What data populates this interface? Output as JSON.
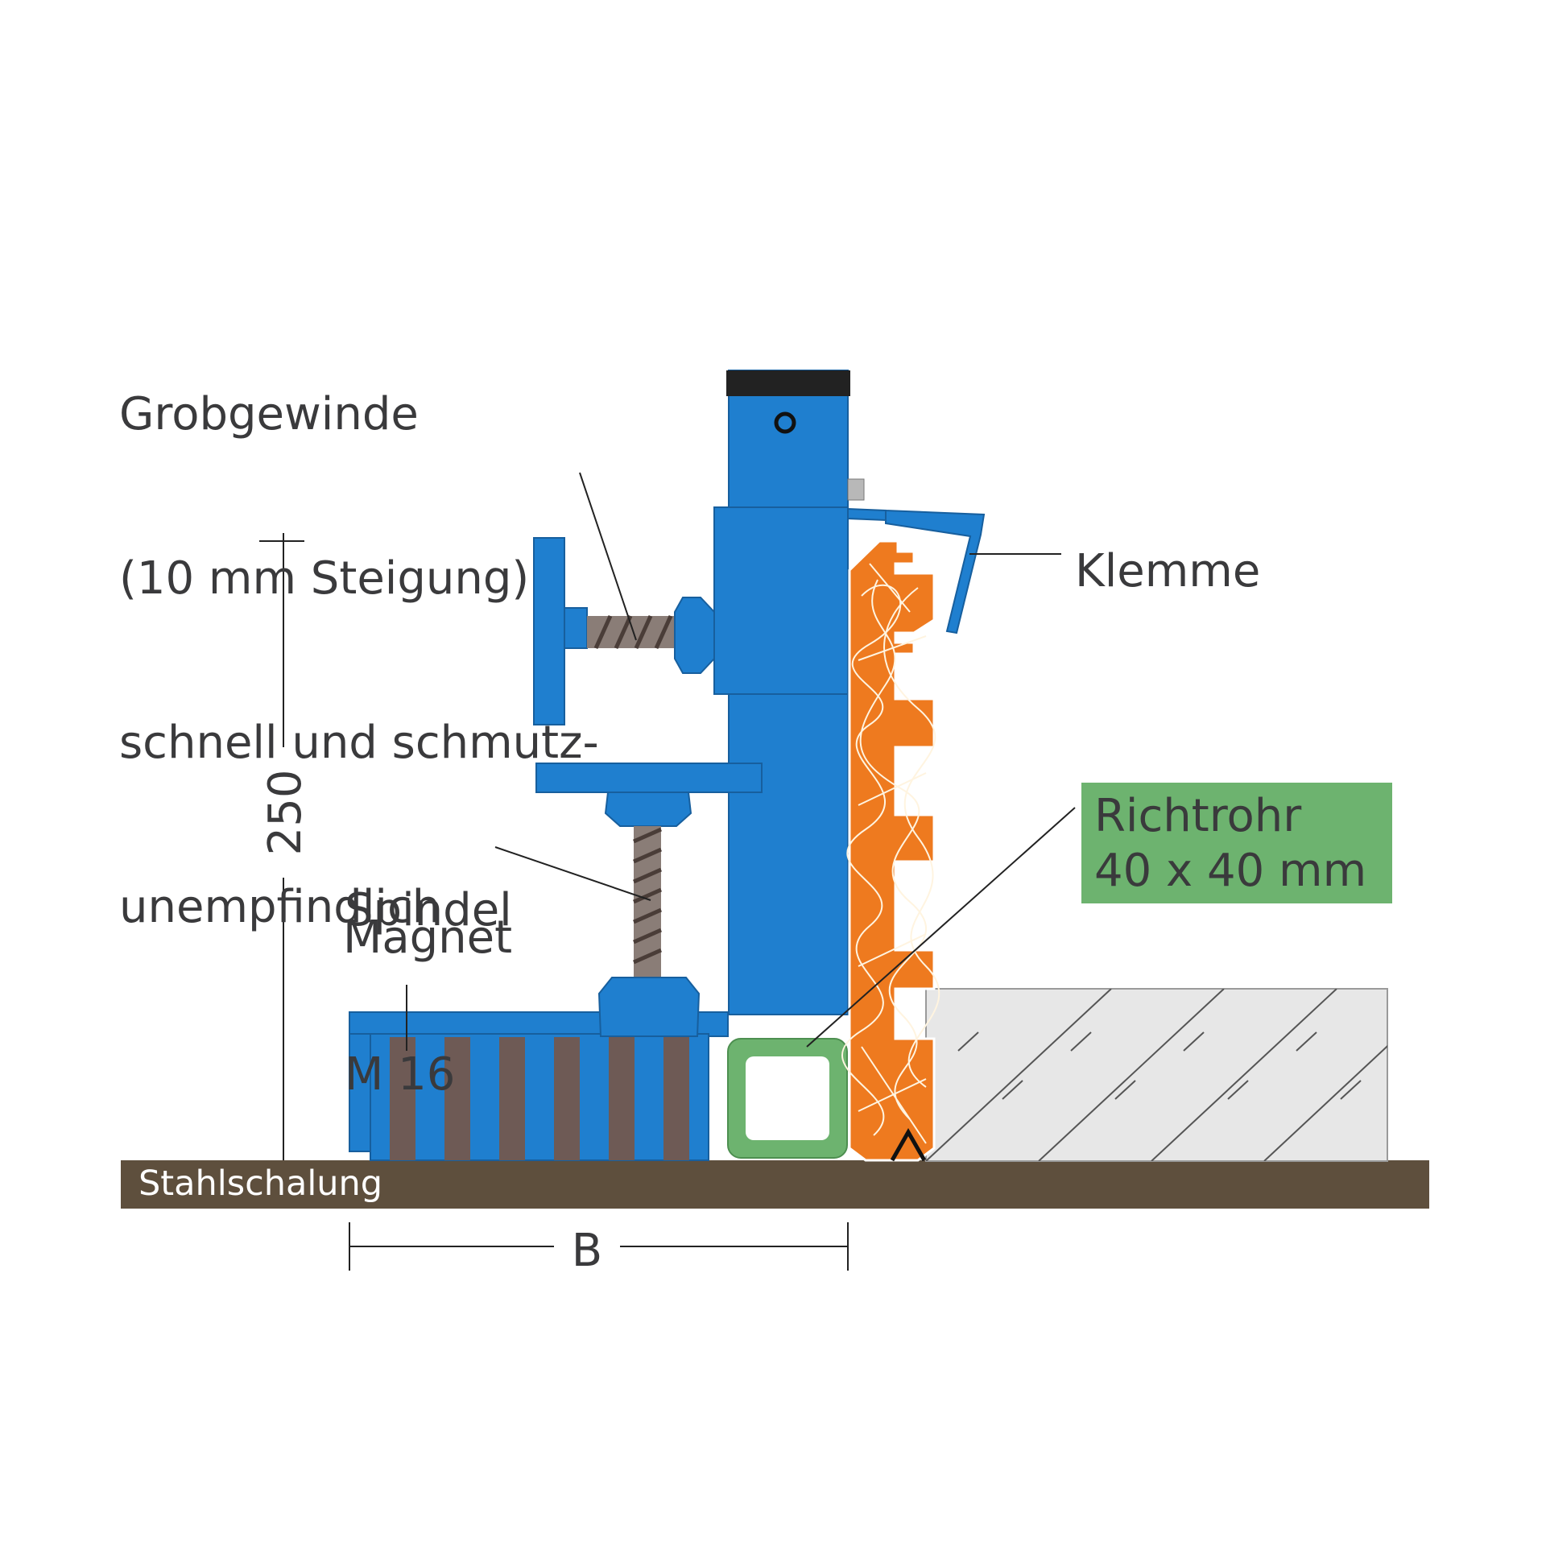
{
  "labels": {
    "grobgewinde": [
      "Grobgewinde",
      "(10 mm Steigung)",
      "schnell und schmutz-",
      "unempfindlich"
    ],
    "klemme": "Klemme",
    "spindel": [
      "Spindel",
      "M 16"
    ],
    "magnet": "Magnet",
    "richtrohr": [
      "Richtrohr",
      "40 x 40 mm"
    ],
    "stahlschalung": "Stahlschalung",
    "dim_height": "250",
    "dim_width": "B"
  },
  "colors": {
    "blue": "#1f7fcf",
    "blue_dark": "#175f9e",
    "orange": "#ee7a1f",
    "steel_floor": "#5e4f3d",
    "magnet_stripe": "#6e5a55",
    "tube_green": "#6db36f",
    "concrete": "#e6e6e6",
    "text": "#3a3a3c"
  }
}
